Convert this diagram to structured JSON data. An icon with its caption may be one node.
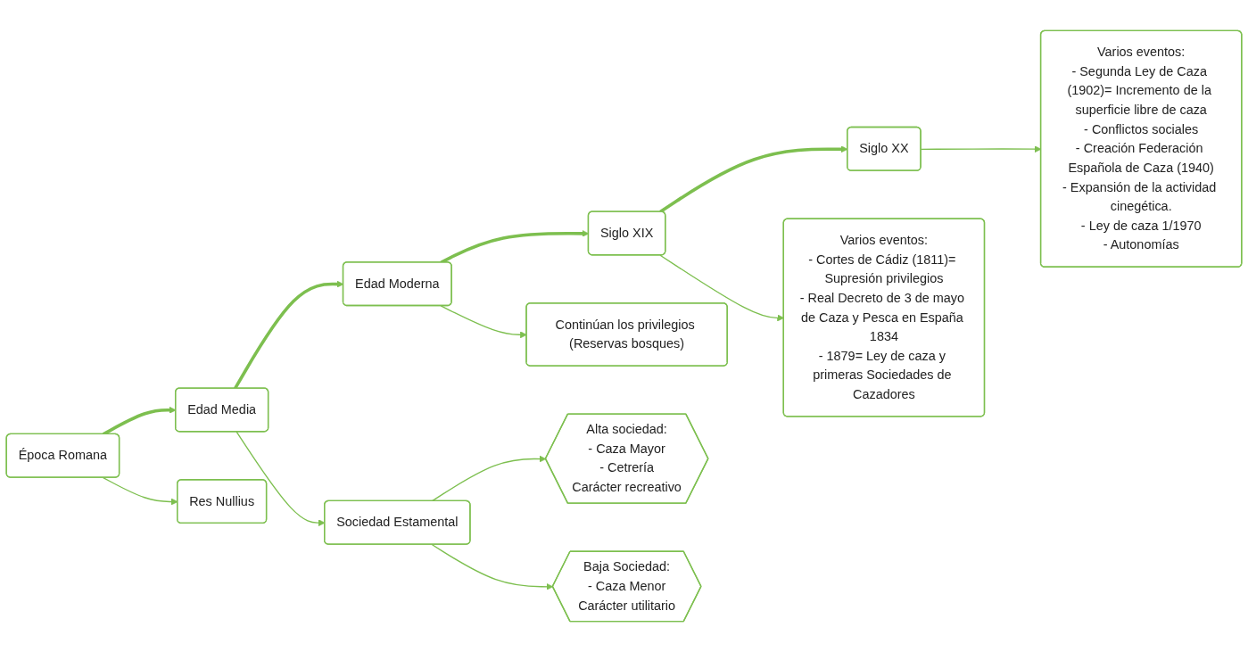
{
  "diagram": {
    "nodes": [
      {
        "text": [
          "Época Romana"
        ]
      },
      {
        "text": [
          "Edad Media"
        ]
      },
      {
        "text": [
          "Edad Moderna"
        ]
      },
      {
        "text": [
          "Siglo XIX"
        ]
      },
      {
        "text": [
          "Siglo XX"
        ]
      },
      {
        "text": [
          "Res Nullius"
        ]
      },
      {
        "text": [
          "Sociedad Estamental"
        ]
      },
      {
        "text": [
          "Continúan los privilegios (Reservas bosques)"
        ]
      },
      {
        "text": [
          "Varios eventos:",
          "- Cortes de Cádiz (1811)= Supresión privilegios",
          "- Real Decreto de 3 de mayo de Caza y Pesca en España 1834",
          "- 1879= Ley de caza y primeras Sociedades de Cazadores"
        ]
      },
      {
        "text": [
          "Varios eventos:",
          "- Segunda Ley de Caza (1902)= Incremento de la superficie libre de caza",
          "- Conflictos sociales",
          "- Creación Federación Española de Caza (1940)",
          "- Expansión de la actividad cinegética.",
          "- Ley de caza 1/1970",
          "- Autonomías"
        ]
      },
      {
        "text": [
          "Alta sociedad:",
          "- Caza Mayor",
          "- Cetrería",
          "Carácter recreativo"
        ]
      },
      {
        "text": [
          "Baja Sociedad:",
          "- Caza Menor",
          "Carácter utilitario"
        ]
      }
    ],
    "edges": [
      {
        "from": 0,
        "to": 1,
        "arrow": "to",
        "style": "thick"
      },
      {
        "from": 1,
        "to": 2,
        "arrow": "to",
        "style": "thick"
      },
      {
        "from": 2,
        "to": 3,
        "arrow": "to",
        "style": "thick"
      },
      {
        "from": 3,
        "to": 4,
        "arrow": "to",
        "style": "thick"
      },
      {
        "from": 0,
        "to": 5,
        "arrow": "to"
      },
      {
        "from": 1,
        "to": 6,
        "arrow": "to"
      },
      {
        "from": 2,
        "to": 7,
        "arrow": "to"
      },
      {
        "from": 3,
        "to": 8,
        "arrow": "to"
      },
      {
        "from": 4,
        "to": 9,
        "arrow": "to"
      },
      {
        "from": 6,
        "to": 10,
        "arrow": "to"
      },
      {
        "from": 6,
        "to": 11,
        "arrow": "to"
      }
    ]
  }
}
